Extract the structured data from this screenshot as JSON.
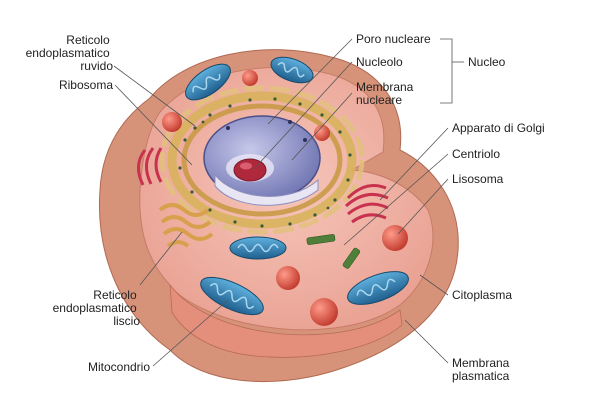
{
  "labels": {
    "rer_line1": "Reticolo",
    "rer_line2": "endoplasmatico",
    "rer_line3": "ruvido",
    "ribosoma": "Ribosoma",
    "ser_line1": "Reticolo",
    "ser_line2": "endoplasmatico",
    "ser_line3": "liscio",
    "mitocondrio": "Mitocondrio",
    "poro_nucleare": "Poro nucleare",
    "nucleolo": "Nucleolo",
    "membrana_nucleare_line1": "Membrana",
    "membrana_nucleare_line2": "nucleare",
    "nucleo": "Nucleo",
    "golgi": "Apparato di Golgi",
    "centriolo": "Centriolo",
    "lisosoma": "Lisosoma",
    "citoplasma": "Citoplasma",
    "membrana_plasmatica_line1": "Membrana",
    "membrana_plasmatica_line2": "plasmatica"
  },
  "colors": {
    "membrane_outer": "#d99a7a",
    "cytoplasm": "#f2b3a8",
    "cut_face": "#e89a88",
    "mitochondria": "#2f86b8",
    "nucleus": "#7b7fb8",
    "nucleolus": "#b0283c",
    "lysosome": "#d9534a",
    "golgi": "#d23b5b",
    "er": "#d8b25c",
    "centriole": "#4f7f38"
  }
}
